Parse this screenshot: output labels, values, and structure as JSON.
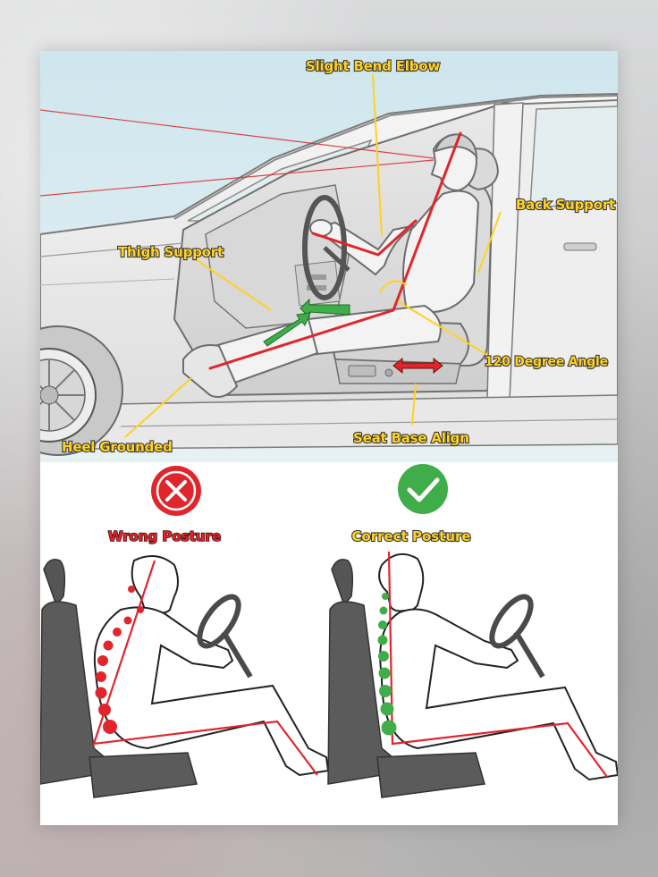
{
  "callouts": {
    "elbow": "Slight Bend Elbow",
    "back": "Back Support",
    "thigh": "Thigh Support",
    "angle": "120 Degree Angle",
    "heel": "Heel Grounded",
    "seat": "Seat Base Align"
  },
  "comparison": {
    "wrong_label": "Wrong Posture",
    "correct_label": "Correct Posture"
  },
  "colors": {
    "posture_line": "#e0262c",
    "wrong": "#e0262c",
    "correct": "#3fae4a",
    "callout_text": "#ffd21f",
    "sky": "#cfe6ee"
  }
}
